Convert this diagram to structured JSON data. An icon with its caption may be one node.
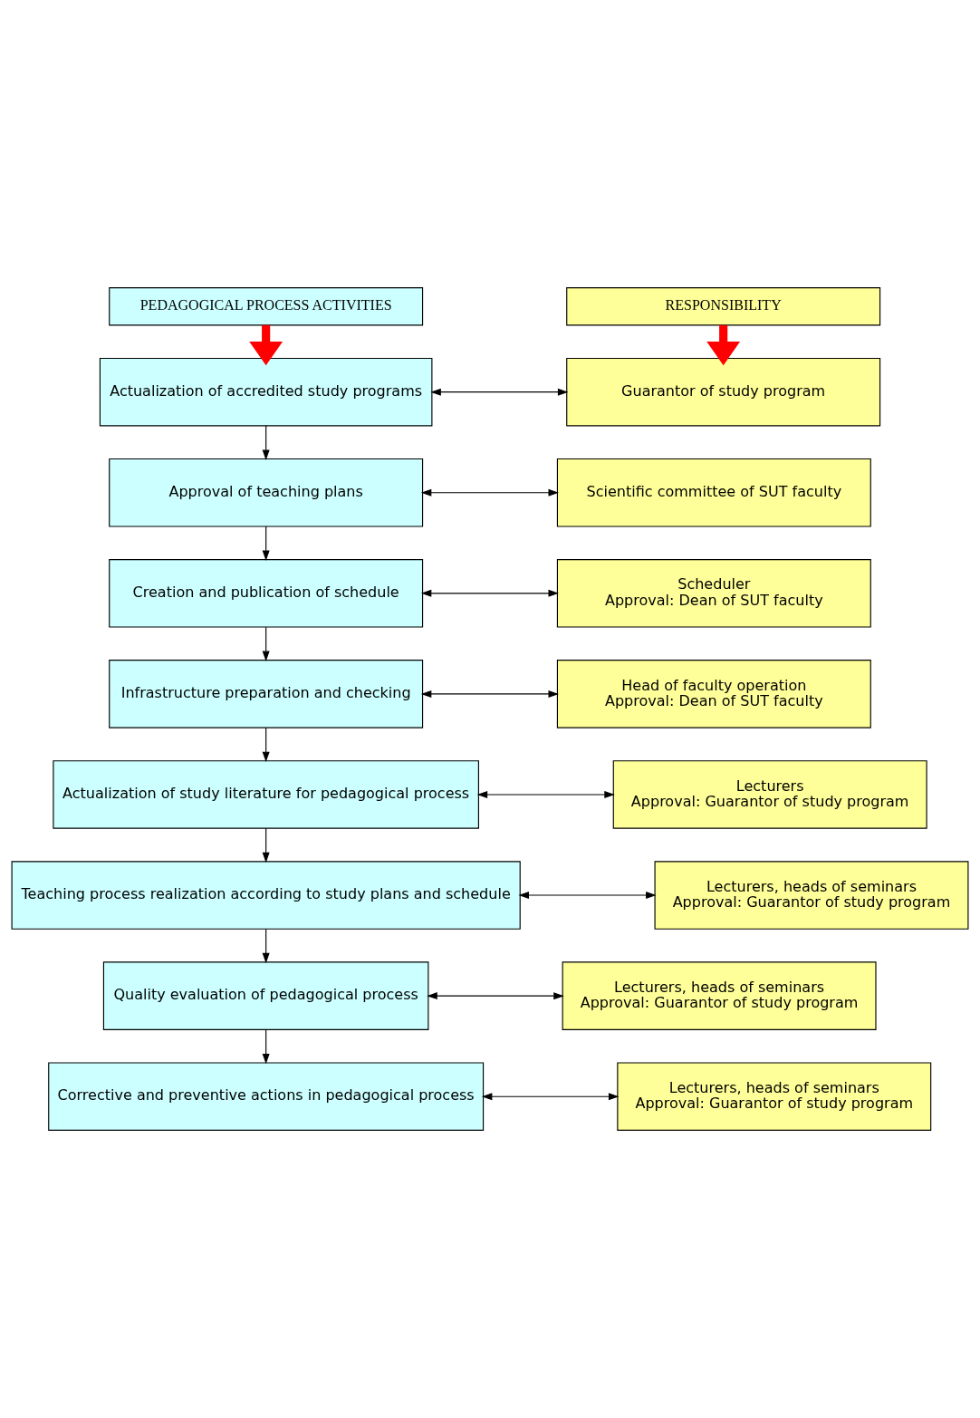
{
  "diagram": {
    "nodes": [
      {
        "text": [
          "PEDAGOGICAL PROCESS ACTIVITIES"
        ]
      },
      {
        "text": [
          "RESPONSIBILITY"
        ]
      },
      {
        "text": [
          "Actualization of accredited study programs"
        ]
      },
      {
        "text": [
          "Guarantor of study program"
        ]
      },
      {
        "text": [
          "Approval of teaching plans"
        ]
      },
      {
        "text": [
          "Scientific committee of SUT faculty"
        ]
      },
      {
        "text": [
          "Creation and publication of schedule"
        ]
      },
      {
        "text": [
          "Scheduler",
          "Approval: Dean of SUT faculty"
        ]
      },
      {
        "text": [
          "Infrastructure preparation and checking"
        ]
      },
      {
        "text": [
          "Head of faculty operation",
          "Approval: Dean of SUT faculty"
        ]
      },
      {
        "text": [
          "Actualization of study literature for pedagogical process"
        ]
      },
      {
        "text": [
          "Lecturers",
          "Approval: Guarantor of study program"
        ]
      },
      {
        "text": [
          "Teaching process realization according to study plans and schedule"
        ]
      },
      {
        "text": [
          "Lecturers, heads of seminars",
          "Approval: Guarantor of study program"
        ]
      },
      {
        "text": [
          "Quality evaluation of pedagogical process"
        ]
      },
      {
        "text": [
          "Lecturers, heads of seminars",
          "Approval: Guarantor of study program"
        ]
      },
      {
        "text": [
          "Corrective and preventive actions in pedagogical process"
        ]
      },
      {
        "text": [
          "Lecturers, heads of seminars",
          "Approval: Guarantor of study program"
        ]
      }
    ],
    "edges": [
      {
        "from": 0,
        "to": 2,
        "arrow": "to",
        "style": "thick",
        "color": "#ff0000"
      },
      {
        "from": 1,
        "to": 3,
        "arrow": "to",
        "style": "thick",
        "color": "#ff0000"
      },
      {
        "from": 2,
        "to": 3,
        "arrow": "both"
      },
      {
        "from": 2,
        "to": 4,
        "arrow": "to"
      },
      {
        "from": 4,
        "to": 5,
        "arrow": "both"
      },
      {
        "from": 4,
        "to": 6,
        "arrow": "to"
      },
      {
        "from": 6,
        "to": 7,
        "arrow": "both"
      },
      {
        "from": 6,
        "to": 8,
        "arrow": "to"
      },
      {
        "from": 8,
        "to": 9,
        "arrow": "both"
      },
      {
        "from": 8,
        "to": 10,
        "arrow": "to"
      },
      {
        "from": 10,
        "to": 11,
        "arrow": "both"
      },
      {
        "from": 10,
        "to": 12,
        "arrow": "to"
      },
      {
        "from": 12,
        "to": 13,
        "arrow": "both"
      },
      {
        "from": 12,
        "to": 14,
        "arrow": "to"
      },
      {
        "from": 14,
        "to": 15,
        "arrow": "both"
      },
      {
        "from": 14,
        "to": 16,
        "arrow": "to"
      },
      {
        "from": 16,
        "to": 17,
        "arrow": "both"
      }
    ]
  }
}
